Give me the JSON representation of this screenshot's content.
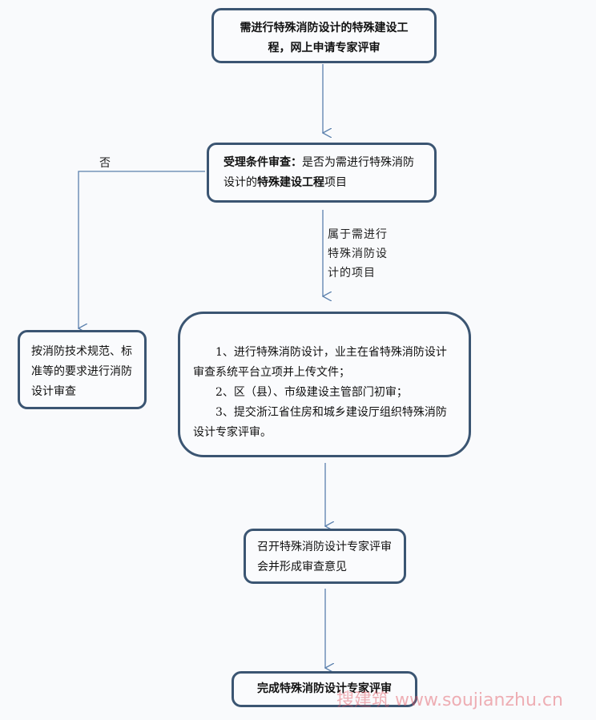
{
  "start": {
    "text": "需进行特殊消防设计的特殊建设工程，网上申请专家评审"
  },
  "check": {
    "bold_prefix": "受理条件审查",
    "sep": "：",
    "text1": "是否为需进行特殊消防设计的",
    "bold_mid": "特殊建设工程",
    "text2": "项目"
  },
  "no_label": "否",
  "yes_label": "属于需进行特殊消防设计的项目",
  "reject": {
    "text": "按消防技术规范、标准等的要求进行消防设计审查"
  },
  "steps": [
    "1、进行特殊消防设计，业主在省特殊消防设计审查系统平台立项并上传文件；",
    "2、区（县）、市级建设主管部门初审；",
    "3、提交浙江省住房和城乡建设厅组织特殊消防设计专家评审。"
  ],
  "meeting": {
    "text": "召开特殊消防设计专家评审会并形成审查意见"
  },
  "finish": {
    "text": "完成特殊消防设计专家评审"
  },
  "watermark": "搜建筑 www.soujianzhu.cn",
  "colors": {
    "border": "#3b5572",
    "arrow": "#5b80ad"
  }
}
